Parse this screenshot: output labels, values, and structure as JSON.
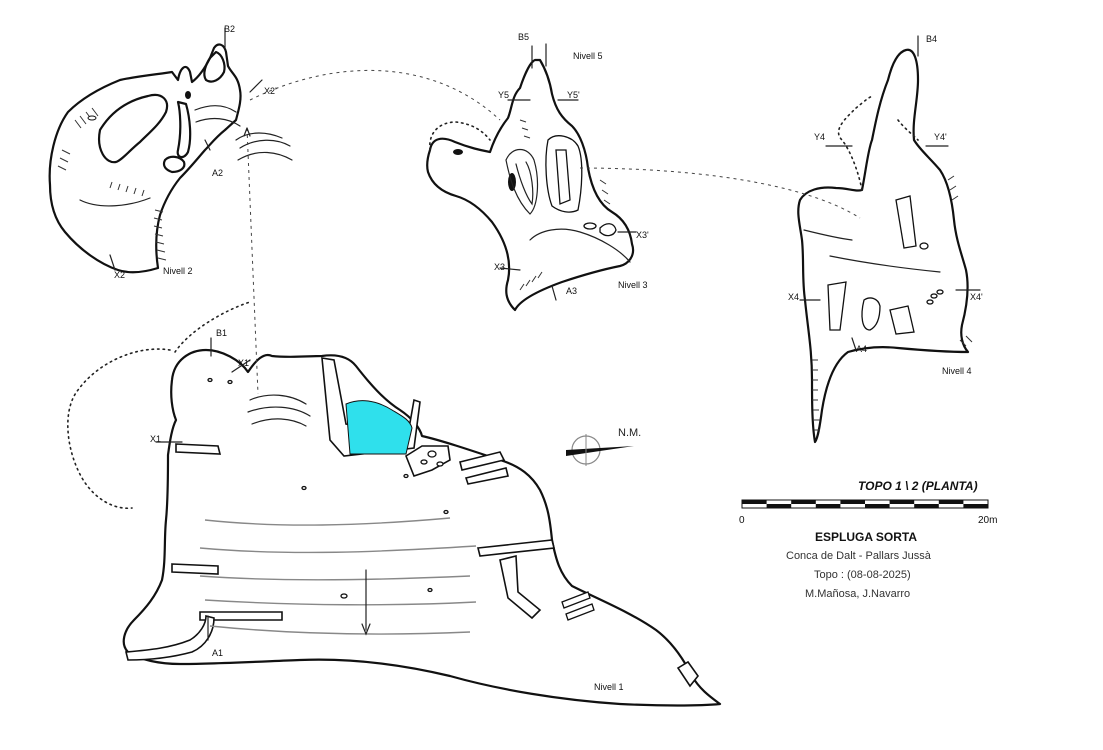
{
  "map": {
    "title": "TOPO 1 \\ 2 (PLANTA)",
    "cave_name": "ESPLUGA SORTA",
    "region": "Conca de Dalt - Pallars Jussà",
    "survey_date": "Topo : (08-08-2025)",
    "authors": "M.Mañosa, J.Navarro",
    "north_label": "N.M.",
    "scale": {
      "start_label": "0",
      "end_label": "20m",
      "segments": 10
    },
    "water_color": "#2fe0ec"
  },
  "levels": {
    "n1": {
      "name": "Nivell 1",
      "labels": [
        "B1",
        "X1'",
        "X1",
        "A1"
      ]
    },
    "n2": {
      "name": "Nivell 2",
      "labels": [
        "B2",
        "X2'",
        "A2",
        "X2"
      ]
    },
    "n3": {
      "name": "Nivell 3",
      "labels": [
        "B5",
        "Nivell 5",
        "Y5",
        "Y5'",
        "X3'",
        "X3",
        "A3"
      ]
    },
    "n4": {
      "name": "Nivell 4",
      "labels": [
        "B4",
        "Y4",
        "Y4'",
        "X4",
        "X4'",
        "A4"
      ]
    }
  }
}
